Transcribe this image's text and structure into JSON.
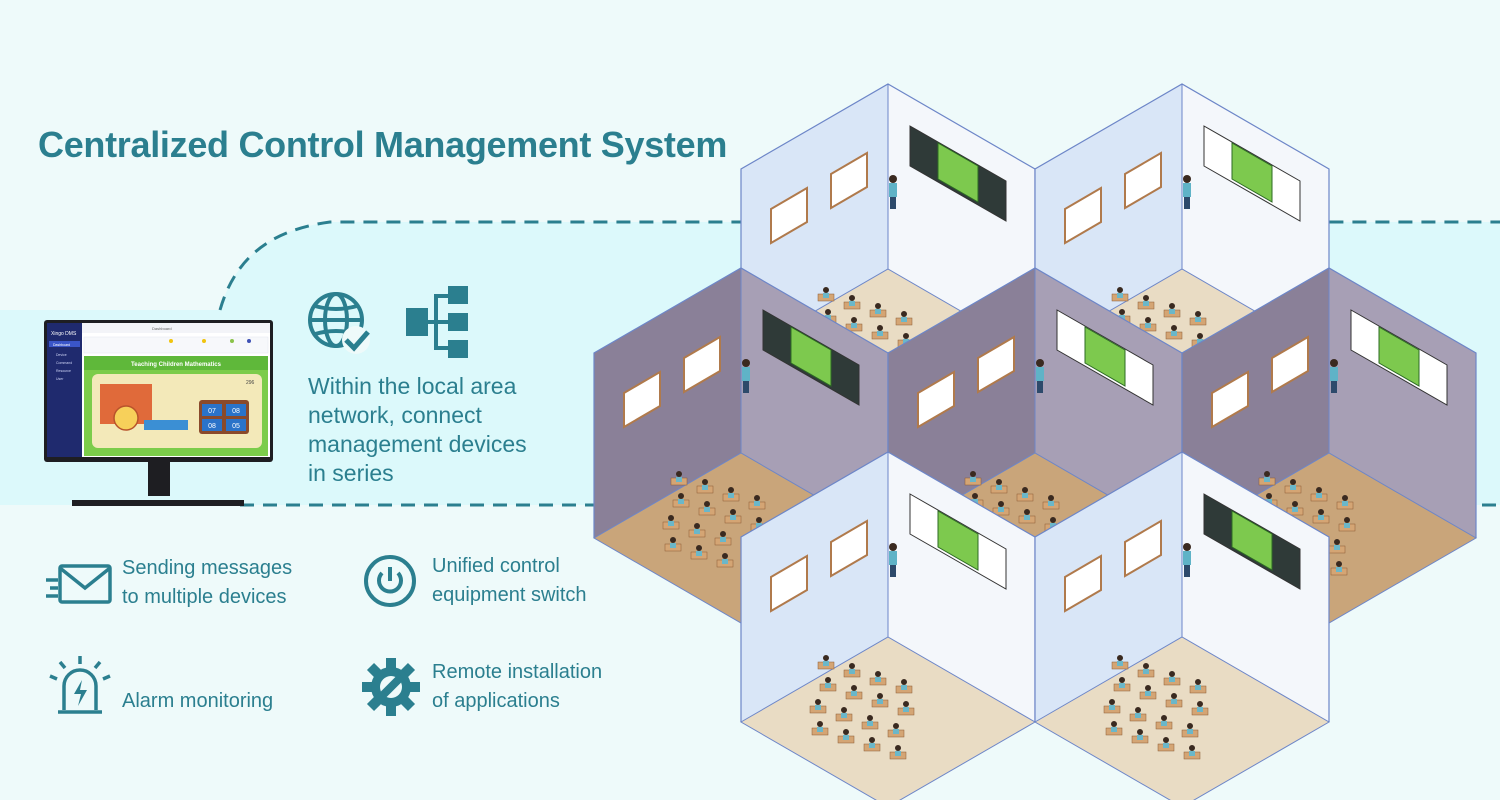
{
  "title": "Centralized Control Management System",
  "network_text": [
    "Within the local area",
    "network, connect",
    "management devices",
    "in series"
  ],
  "features": {
    "messages": [
      "Sending messages",
      "to multiple devices"
    ],
    "power": [
      "Unified control",
      "equipment switch"
    ],
    "alarm": [
      "Alarm monitoring"
    ],
    "install": [
      "Remote installation",
      "of applications"
    ]
  },
  "monitor": {
    "sidebar_title": "Xingo DMS",
    "sidebar_items": [
      "Dashboard",
      "Device",
      "Command",
      "Resource",
      "User"
    ],
    "tab": "Dashboard",
    "lesson_title": "Teaching Children Mathematics",
    "clock_digits": [
      "07",
      "08",
      "08",
      "05"
    ],
    "score": "296"
  },
  "icons": {
    "globe": "globe-check-icon",
    "network": "network-tree-icon",
    "envelope": "envelope-icon",
    "power": "power-icon",
    "alarm": "alarm-light-icon",
    "gear": "gear-wrench-icon"
  },
  "colors": {
    "accent": "#2b7f8f",
    "band": "#dcf9fb",
    "background": "#eefafa"
  }
}
